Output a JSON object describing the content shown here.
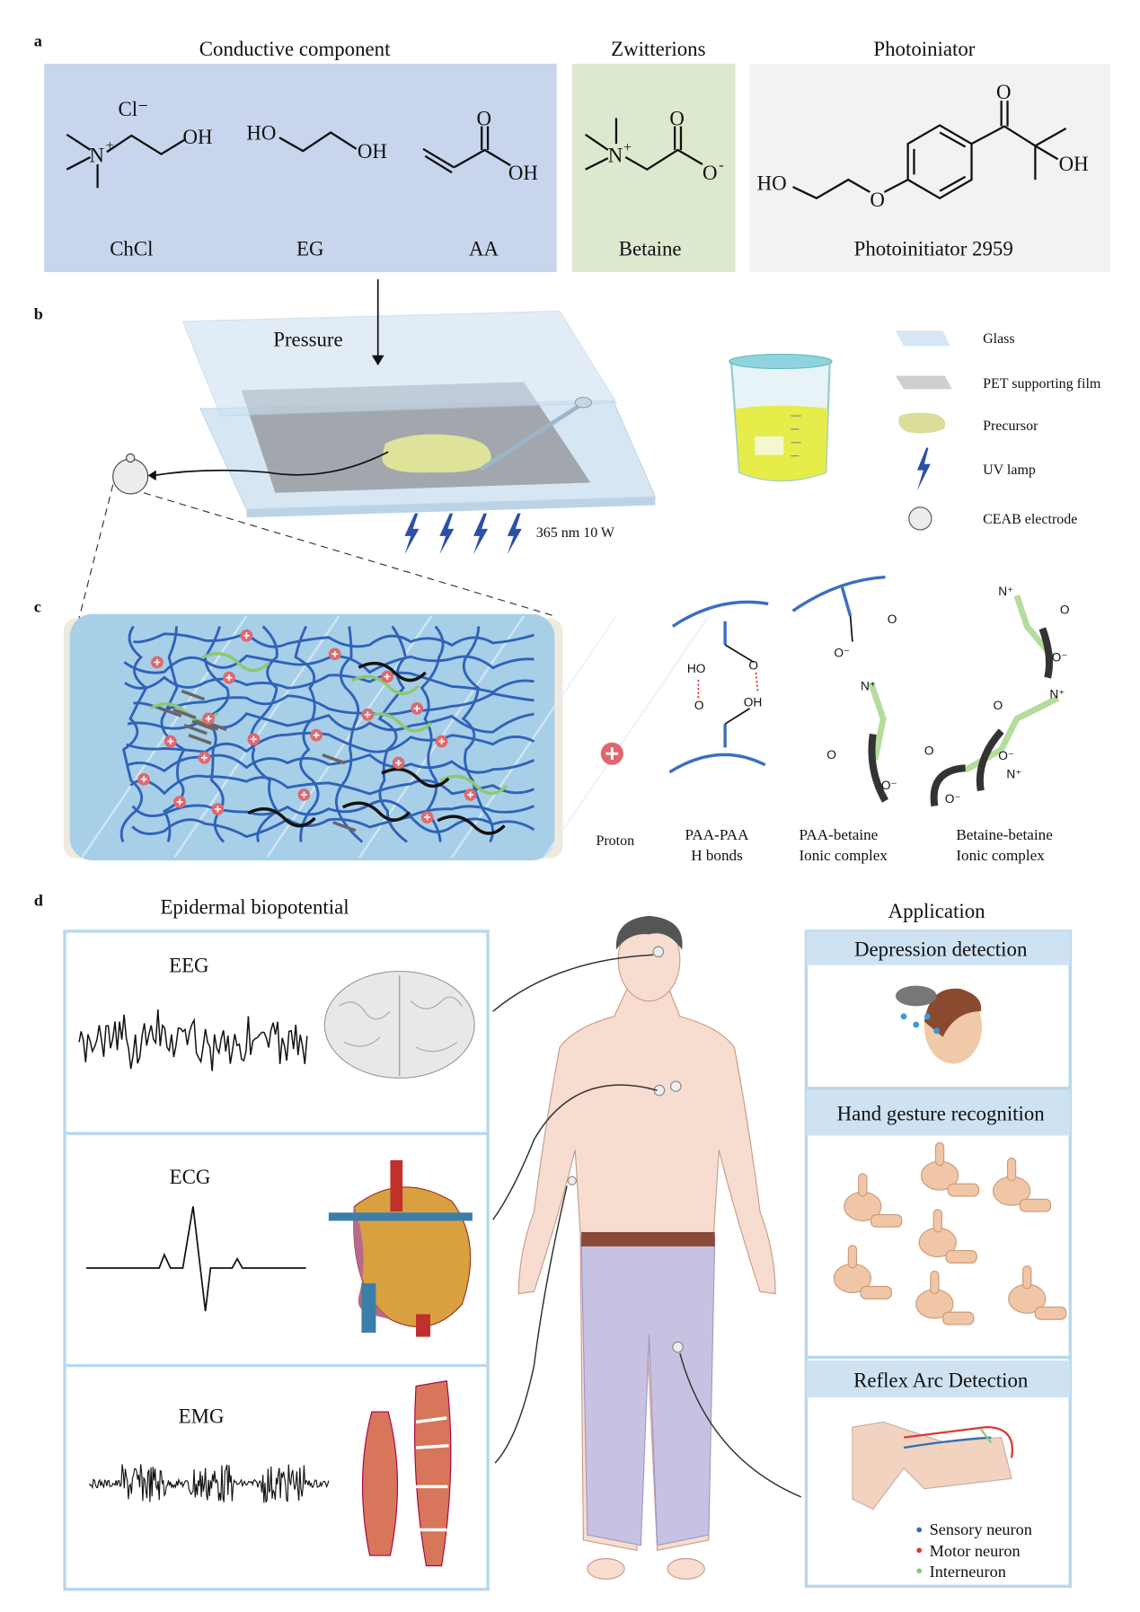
{
  "panel_letters": {
    "a": "a",
    "b": "b",
    "c": "c",
    "d": "d"
  },
  "section_a": {
    "titles": [
      "Conductive component",
      "Zwitterions",
      "Photoiniator"
    ],
    "compounds": [
      "ChCl",
      "EG",
      "AA",
      "Betaine",
      "Photoinitiator 2959"
    ],
    "colors": {
      "conductive": "#c9d4ed",
      "zwitterion": "#dce9cf",
      "photoinitiator": "#f2f2f2"
    },
    "atom_labels": {
      "chcl": [
        "Cl⁻",
        "N",
        "+",
        "OH"
      ],
      "eg": [
        "HO",
        "OH"
      ],
      "aa": [
        "O",
        "OH"
      ],
      "betaine": [
        "N",
        "+",
        "O",
        "O",
        "-"
      ],
      "pi": [
        "HO",
        "O",
        "O",
        "OH"
      ]
    }
  },
  "section_b": {
    "pressure_label": "Pressure",
    "uv_label": "365 nm 10 W",
    "legend": [
      "Glass",
      "PET supporting film",
      "Precursor",
      "UV lamp",
      "CEAB electrode"
    ]
  },
  "section_c": {
    "proton_label": "Proton",
    "interactions": [
      {
        "line1": "PAA-PAA",
        "line2": "H bonds"
      },
      {
        "line1": "PAA-betaine",
        "line2": "Ionic complex"
      },
      {
        "line1": "Betaine-betaine",
        "line2": "Ionic complex"
      }
    ],
    "struct_labels": [
      "HO",
      "O",
      "O",
      "OH",
      "O",
      "O⁻",
      "N⁺",
      "O",
      "O⁻",
      "N⁺",
      "O",
      "O⁻",
      "N⁺",
      "O",
      "O⁻",
      "N⁺",
      "O",
      "O⁻"
    ]
  },
  "section_d": {
    "left_title": "Epidermal biopotential",
    "signals": [
      "EEG",
      "ECG",
      "EMG"
    ],
    "right_title": "Application",
    "applications": [
      "Depression detection",
      "Hand gesture recognition",
      "Reflex Arc Detection"
    ],
    "neuron_legend": [
      {
        "label": "Sensory neuron",
        "color": "#2f6fb5"
      },
      {
        "label": "Motor neuron",
        "color": "#d93a3a"
      },
      {
        "label": "Interneuron",
        "color": "#8cc970"
      }
    ]
  }
}
